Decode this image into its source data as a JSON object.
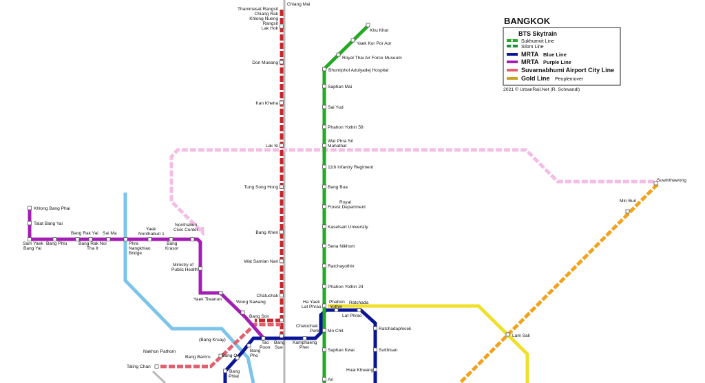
{
  "map": {
    "city_title": "BANGKOK",
    "legend": {
      "heading": "BTS Skytrain",
      "sukhumvit": "Sukhumvit Line",
      "silom": "Silom Line",
      "mrta_blue_prefix": "MRTA",
      "mrta_blue": "Blue Line",
      "mrta_purple_prefix": "MRTA",
      "mrta_purple": "Purple Line",
      "airport": "Suvarnabhumi Airport City Line",
      "gold_prefix": "Gold Line",
      "gold": "Peoplemover",
      "credit": "2021 © UrbanRail.Net (R. Schwandl)"
    },
    "colors": {
      "sukhumvit": "#22aa22",
      "silom": "#1e8e3e",
      "blue": "#0a1496",
      "purple": "#a31fb3",
      "airport": "#e06070",
      "gold": "#c9a227",
      "srt_red": "#c8282c",
      "pink": "#f4bde6",
      "yellow": "#f0e02c",
      "orange": "#f2a21c",
      "skyblue": "#7cc4ea",
      "gray": "#b9b9b9"
    },
    "stations": {
      "chiang_mai": "Chiang Mai",
      "thammasat_rangsit": "Thammasat Rangsit",
      "chiang_rak": "Chiang Rak",
      "khlong_nueng": "Khlong Nueng",
      "rangsit": "Rangsit",
      "lak_hok": "Lak Hok",
      "don_mueang": "Don Mueang",
      "kan_kheha": "Kan Kheha",
      "lak_si": "Lak Si",
      "tung_song_hong": "Tung Song Hong",
      "bang_khen": "Bang Khen",
      "wat_samian_nari": "Wat Samian Nari",
      "chatuchak": "Chatuchak",
      "bang_son": "Bang Son",
      "bang_sue_1": "Bang",
      "bang_sue_2": "Sue",
      "khu_khot": "Khu Khot",
      "yaek_kor_por_aor": "Yaek Kor Por Aor",
      "royal_thai_af": "Royal Thai Air Force Museum",
      "bhumiphol": "Bhumiphol Adulyadej Hospital",
      "saphan_mai": "Saphan Mai",
      "sai_yud": "Sai Yud",
      "phahon_yothin_59": "Phahon Yothin 59",
      "wat_phra_sri_1": "Wat Phra Sri",
      "wat_phra_sri_2": "Mahathat",
      "infantry": "11th Infantry Regiment",
      "bang_bua": "Bang Bua",
      "royal_forest_1": "Royal",
      "royal_forest_2": "Forest Department",
      "kasetsart": "Kasetsart University",
      "sena_nikhom": "Sena Nikhom",
      "ratchayothin": "Ratchayothin",
      "phahon_yothin_24": "Phahon Yothin 24",
      "ha_yaek_1": "Ha Yaek",
      "ha_yaek_2": "Lat Phrao",
      "phahon_yothin_1": "Phahon",
      "phahon_yothin_2": "Yothin",
      "ratchada": "Ratchada",
      "lat_phrao": "Lat Phrao",
      "chatuchak_park_1": "Chatuchak",
      "chatuchak_park_2": "Park",
      "mo_chit": "Mo Chit",
      "ratchadaphisek": "Ratchadaphisek",
      "sutthisan": "Sutthisan",
      "saphan_kwai": "Saphan Kwai",
      "huai_khwang": "Huai Khwang",
      "ari": "Ari",
      "kamphaeng_1": "Kamphaeng",
      "kamphaeng_2": "Phet",
      "tao_poon_1": "Tao",
      "tao_poon_2": "Poon",
      "bang_pho_1": "Bang",
      "bang_pho_2": "Pho",
      "bang_o": "Bang O",
      "bang_phlat_1": "Bang",
      "bang_phlat_2": "Phlat",
      "bang_krauy": "(Bang Kruay)",
      "bang_bamru": "Bang Bamru",
      "nakhon_pathom": "Nakhon Pathom",
      "taling_chan": "Taling Chan",
      "khlong_bang_phai": "Khlong Bang Phai",
      "talat_bang_yai": "Talat Bang Yai",
      "sam_yaek_1": "Sam Yaek",
      "sam_yaek_2": "Bang Yai",
      "bang_phlu": "Bang Phlu",
      "bang_rak_yai": "Bang Rak Yai",
      "bang_rak_noi_1": "Bang Rak Noi",
      "bang_rak_noi_2": "Tha It",
      "sai_ma": "Sai Ma",
      "phra_nang_1": "Phra",
      "phra_nang_2": "Nangkhlao",
      "phra_nang_3": "Bridge",
      "yaek_nont_1": "Yaek",
      "yaek_nont_2": "Nonthaburi 1",
      "bang_krasor_1": "Bang",
      "bang_krasor_2": "Krasor",
      "nont_civic_1": "Nonthaburi",
      "nont_civic_2": "Civic Center",
      "ministry_1": "Ministry of",
      "ministry_2": "Public Health",
      "yaek_tiwanon": "Yaek Tiwanon",
      "wong_sawang": "Wong Sawang",
      "suwinthawong": "Suwinthawong",
      "min_buri": "Min Buri",
      "lam_sali": "Lam Sali"
    }
  }
}
